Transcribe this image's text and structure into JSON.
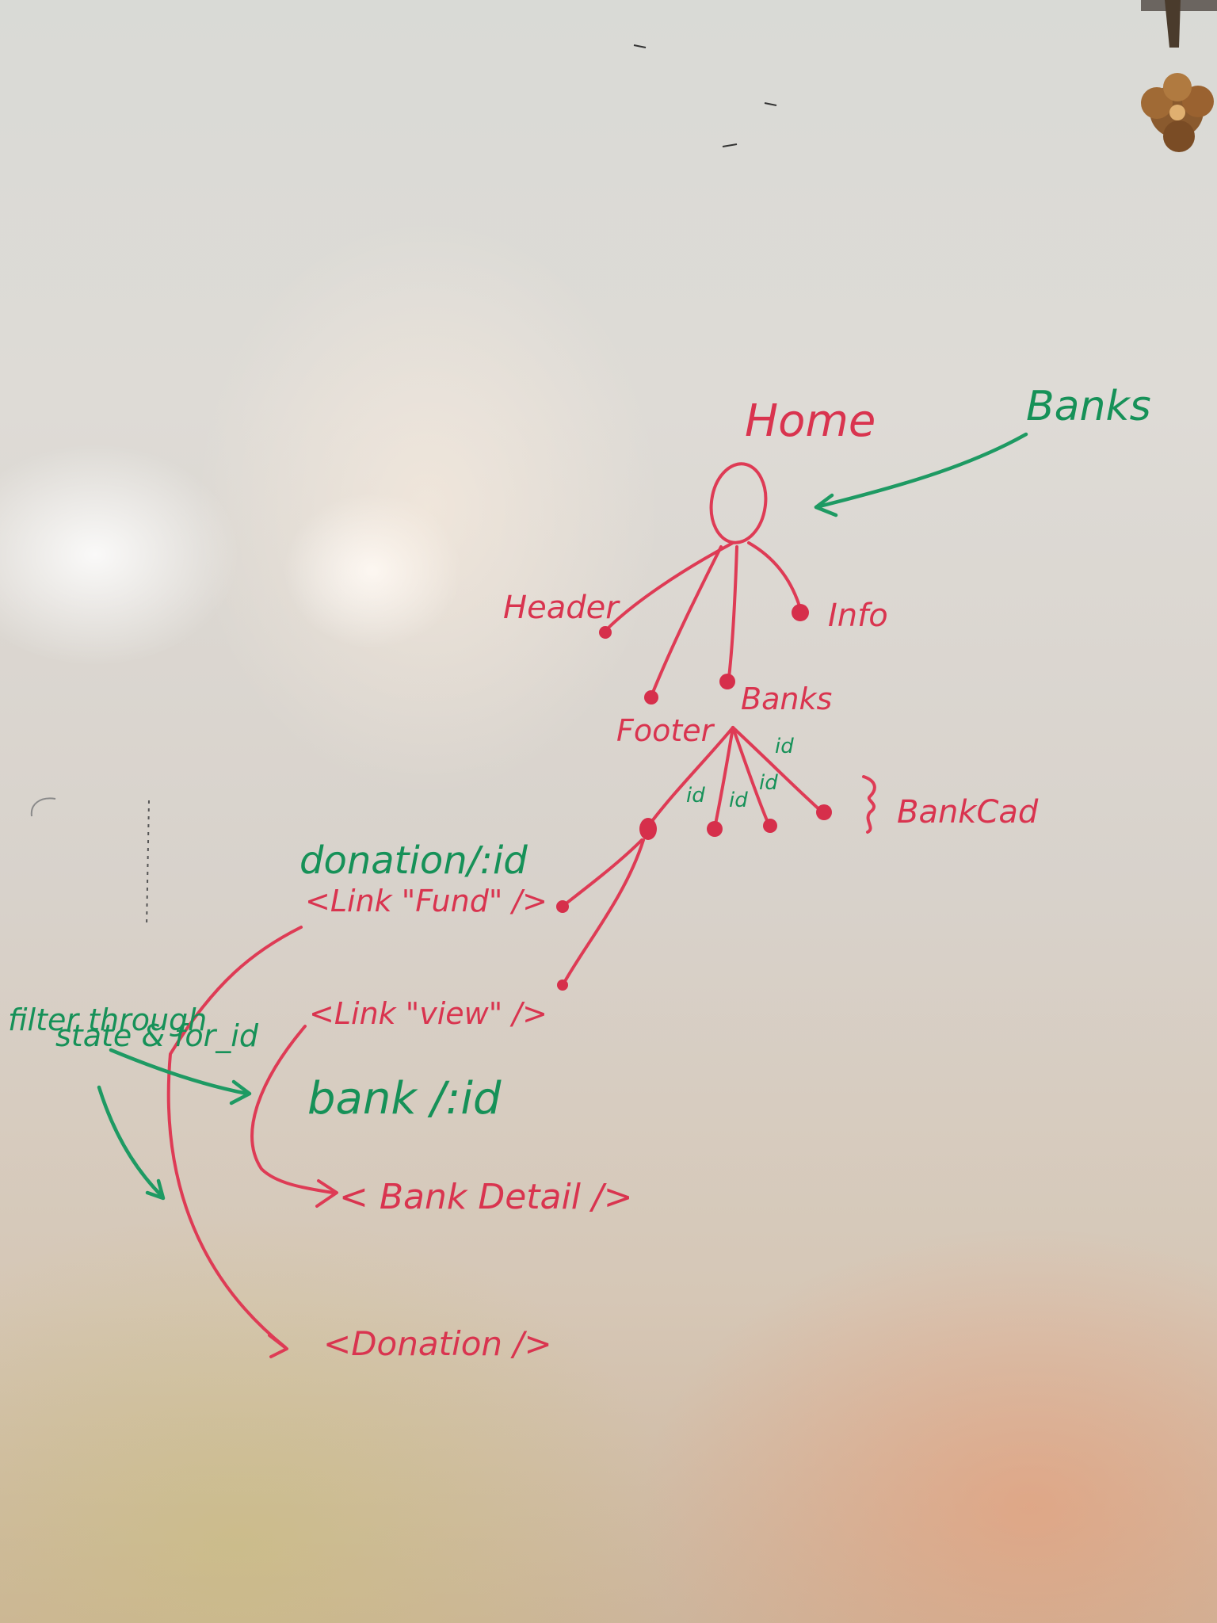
{
  "nodes": {
    "home": "Home",
    "banks_prop": "Banks",
    "header": "Header",
    "info": "Info",
    "footer": "Footer",
    "banks": "Banks",
    "bank_card": "BankCad"
  },
  "edge_labels": {
    "id_1": "id",
    "id_2": "id",
    "id_3": "id",
    "id_4": "id"
  },
  "routes": {
    "donation_route": "donation/:id",
    "link_fund": "<Link \"Fund\" />",
    "link_view": "<Link \"view\" />",
    "bank_route": "bank /:id",
    "bank_detail": "< Bank Detail />",
    "donation": "<Donation />"
  },
  "notes": {
    "filter_line1": "filter through",
    "filter_line2": "state & for_id"
  },
  "colors": {
    "red_marker": "#de3b55",
    "green_marker": "#1e9a63"
  }
}
